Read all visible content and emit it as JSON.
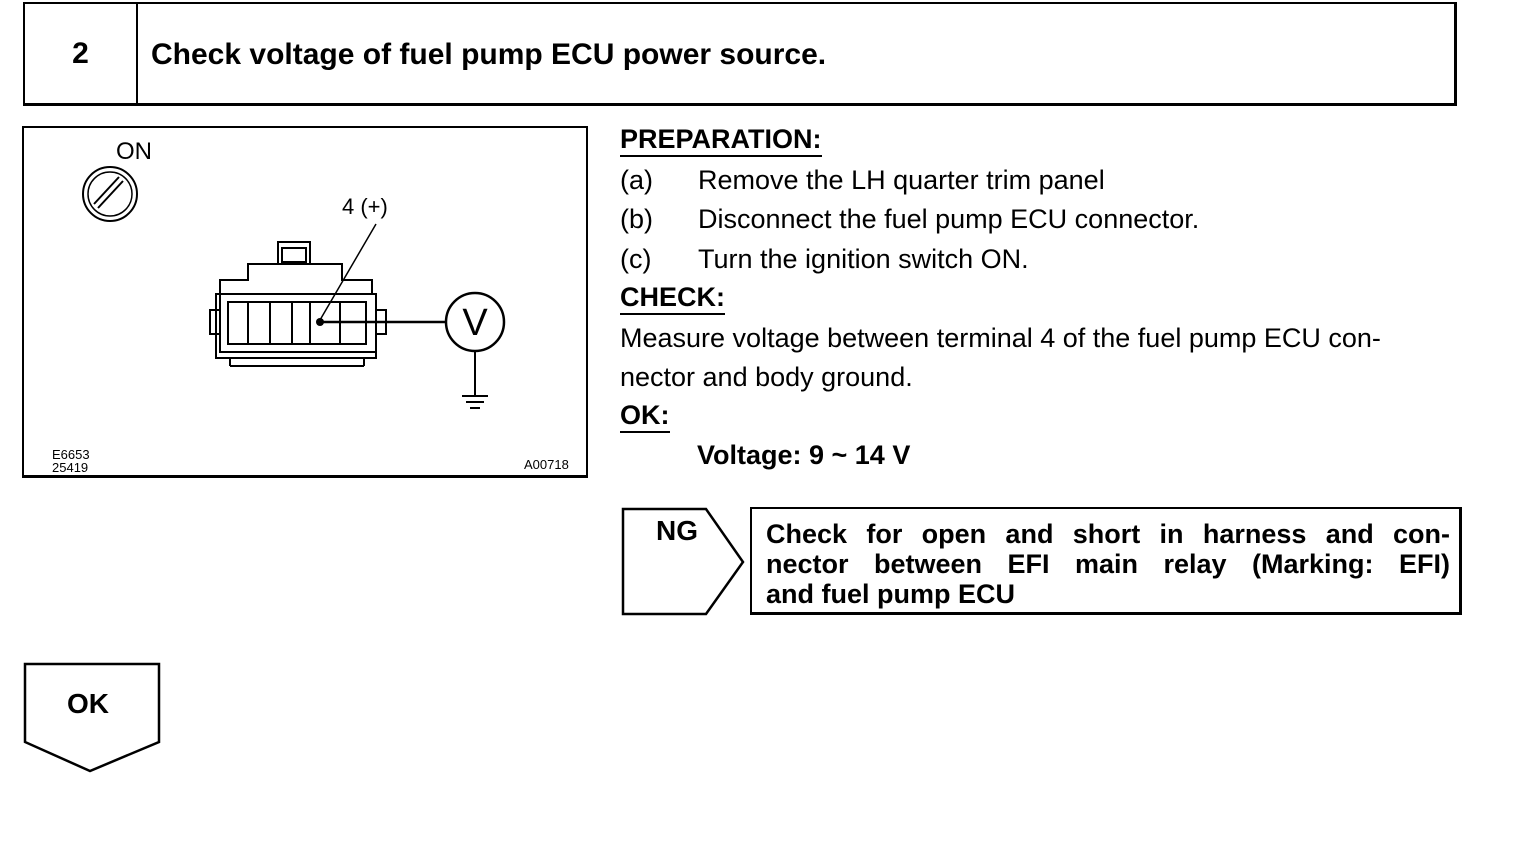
{
  "step": {
    "number": "2",
    "title": "Check voltage of fuel pump ECU power source."
  },
  "figure": {
    "switch_label": "ON",
    "terminal_label": "4  (+)",
    "meter_symbol": "V",
    "code_left_1": "E6653",
    "code_left_2": "25419",
    "code_right": "A00718"
  },
  "preparation": {
    "heading": "PREPARATION:",
    "items": [
      {
        "label": "(a)",
        "text": "Remove the LH quarter trim panel"
      },
      {
        "label": "(b)",
        "text": "Disconnect the fuel pump ECU connector."
      },
      {
        "label": "(c)",
        "text": "Turn the ignition switch ON."
      }
    ]
  },
  "check": {
    "heading": "CHECK:",
    "line_1": "Measure voltage between terminal 4 of the fuel pump ECU con-",
    "line_2": "nector and body ground."
  },
  "ok_spec": {
    "heading": "OK:",
    "value": "Voltage: 9 ~ 14 V"
  },
  "ng": {
    "label": "NG",
    "line_1": "Check for open and short in harness and con-",
    "line_2": "nector between EFI main relay (Marking: EFI)",
    "line_3": "and fuel pump ECU"
  },
  "ok": {
    "label": "OK"
  }
}
